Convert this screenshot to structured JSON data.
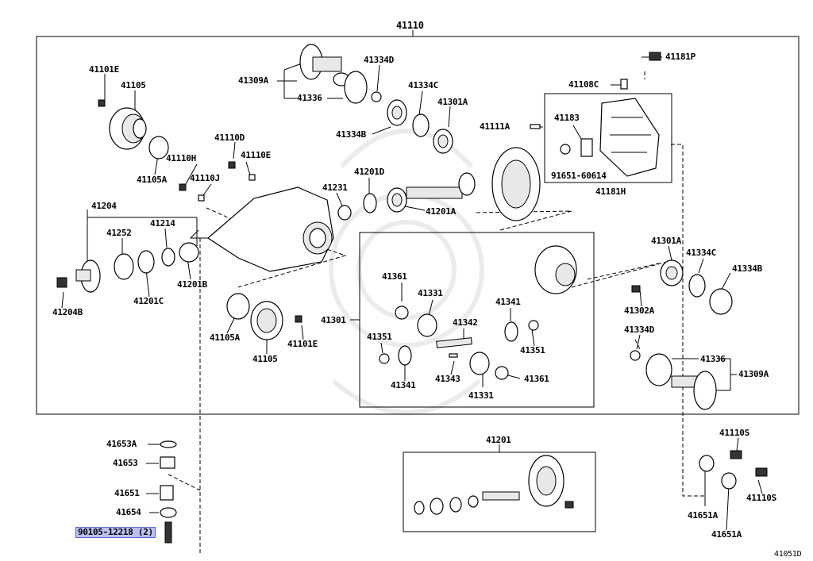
{
  "labels": {
    "assembly_41110": "41110",
    "p41181P": "41181P",
    "p41101E_a": "41101E",
    "p41105_a": "41105",
    "p41105A_a": "41105A",
    "p41309A_a": "41309A",
    "p41336_a": "41336",
    "p41334D_a": "41334D",
    "p41334C_a": "41334C",
    "p41301A_a": "41301A",
    "p41334B_a": "41334B",
    "p41108C": "41108C",
    "p41183": "41183",
    "p91651": "91651-60614",
    "p41181H": "41181H",
    "p41111A": "41111A",
    "p41110D": "41110D",
    "p41110H": "41110H",
    "p41110E": "41110E",
    "p41110J": "41110J",
    "p41201D": "41201D",
    "p41231": "41231",
    "p41201A": "41201A",
    "p41204": "41204",
    "p41252": "41252",
    "p41214": "41214",
    "p41204B": "41204B",
    "p41201C": "41201C",
    "p41201B": "41201B",
    "p41105A_b": "41105A",
    "p41105_b": "41105",
    "p41101E_b": "41101E",
    "p41301": "41301",
    "p41361_a": "41361",
    "p41331_a": "41331",
    "p41341_a": "41341",
    "p41342": "41342",
    "p41351_a": "41351",
    "p41351_b": "41351",
    "p41341_b": "41341",
    "p41343": "41343",
    "p41331_b": "41331",
    "p41361_b": "41361",
    "p41301A_b": "41301A",
    "p41334C_b": "41334C",
    "p41334B_b": "41334B",
    "p41302A": "41302A",
    "p41334D_b": "41334D",
    "p41336_b": "41336",
    "p41309A_b": "41309A",
    "p41653A": "41653A",
    "p41653": "41653",
    "p41651": "41651",
    "p41654": "41654",
    "p90105": "90105-12218 (2)",
    "p41201_sub": "41201",
    "p41110S_a": "41110S",
    "p41110S_b": "41110S",
    "p41651A_a": "41651A",
    "p41651A_b": "41651A",
    "figure_code": "41051D"
  },
  "colors": {
    "line": "#000000",
    "highlight_fill": "#bcc0f0",
    "highlight_border": "#5b63c9",
    "watermark": "#ebebeb"
  }
}
